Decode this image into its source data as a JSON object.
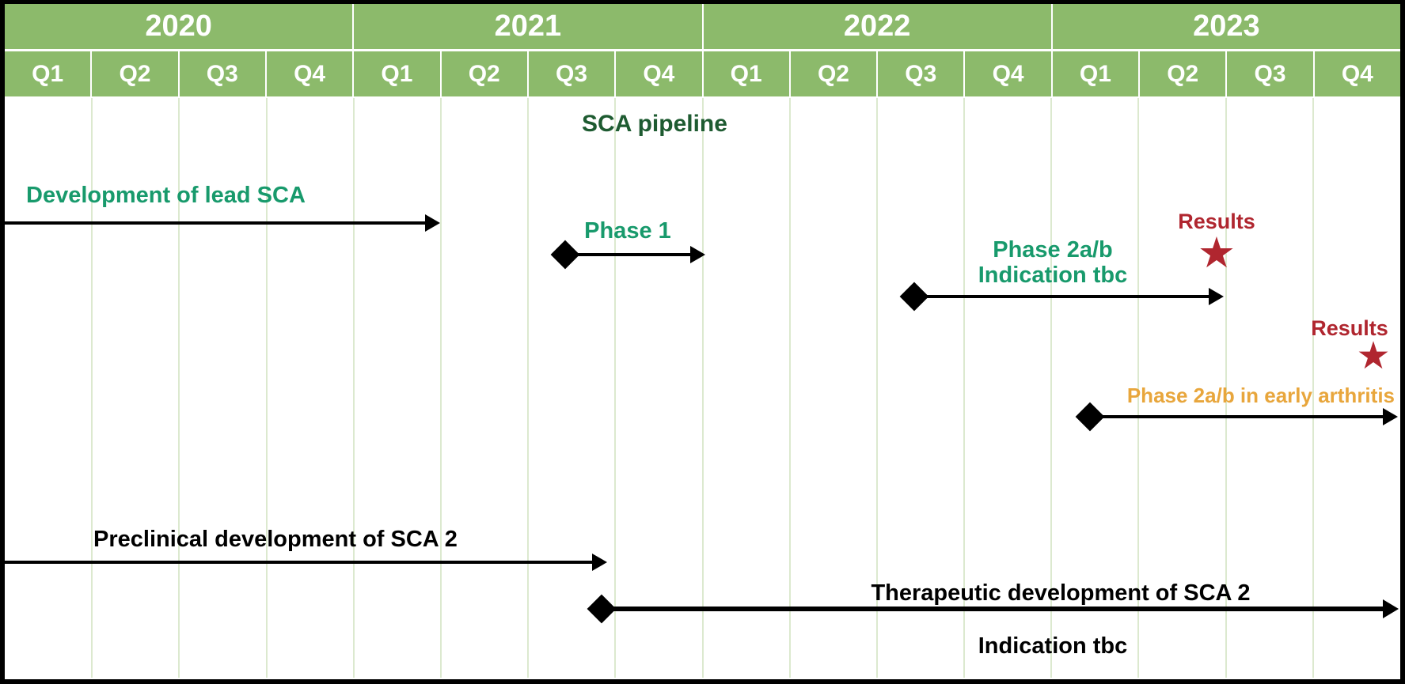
{
  "title": "SCA pipeline",
  "header": {
    "years": [
      "2020",
      "2021",
      "2022",
      "2023"
    ],
    "quarters": [
      "Q1",
      "Q2",
      "Q3",
      "Q4",
      "Q1",
      "Q2",
      "Q3",
      "Q4",
      "Q1",
      "Q2",
      "Q3",
      "Q4",
      "Q1",
      "Q2",
      "Q3",
      "Q4"
    ]
  },
  "labels": {
    "dev_lead": "Development of lead SCA",
    "phase1": "Phase 1",
    "phase2ab_line1": "Phase 2a/b",
    "phase2ab_line2": "Indication tbc",
    "results_1": "Results",
    "results_2": "Results",
    "early_arthritis": "Phase 2a/b in early arthritis",
    "preclinical": "Preclinical development of SCA 2",
    "therapeutic": "Therapeutic development of SCA 2",
    "therapeutic_indication": "Indication tbc",
    "star_glyph": "★"
  },
  "colors": {
    "header_green": "#8CBA6B",
    "gridline_green": "#DCE9CF",
    "title_dark_green": "#1E5B31",
    "task_teal": "#189A6C",
    "results_red": "#B0262F",
    "arthritis_orange": "#E8A63C",
    "bar_black": "#000000"
  },
  "chart_data": {
    "type": "gantt",
    "title": "SCA pipeline",
    "timeline": {
      "years": [
        "2020",
        "2021",
        "2022",
        "2023"
      ],
      "quarters_per_year": 4
    },
    "tasks": [
      {
        "name": "Development of lead SCA",
        "start": "2020 Q1",
        "end": "2021 Q1",
        "marker_start": "none",
        "marker_end": "arrow",
        "label_color": "teal"
      },
      {
        "name": "Phase 1",
        "start": "2021 Q3",
        "end": "2021 Q4",
        "marker_start": "diamond",
        "marker_end": "arrow",
        "label_color": "teal"
      },
      {
        "name": "Phase 2a/b — Indication tbc",
        "start": "2022 Q3",
        "end": "2023 Q1",
        "marker_start": "diamond",
        "marker_end": "arrow",
        "label_color": "teal",
        "milestone": {
          "label": "Results",
          "at": "2023 Q1",
          "marker": "star"
        }
      },
      {
        "name": "Phase 2a/b in early arthritis",
        "start": "2023 Q1",
        "end": "2023 Q4",
        "marker_start": "diamond",
        "marker_end": "arrow",
        "label_color": "orange",
        "milestone": {
          "label": "Results",
          "at": "2023 Q4",
          "marker": "star"
        }
      },
      {
        "name": "Preclinical development of SCA 2",
        "start": "2020 Q1",
        "end": "2021 Q3",
        "marker_start": "none",
        "marker_end": "arrow",
        "label_color": "black"
      },
      {
        "name": "Therapeutic development of SCA 2 — Indication tbc",
        "start": "2021 Q3",
        "end": "2023 Q4",
        "marker_start": "diamond",
        "marker_end": "arrow",
        "label_color": "black"
      }
    ]
  }
}
